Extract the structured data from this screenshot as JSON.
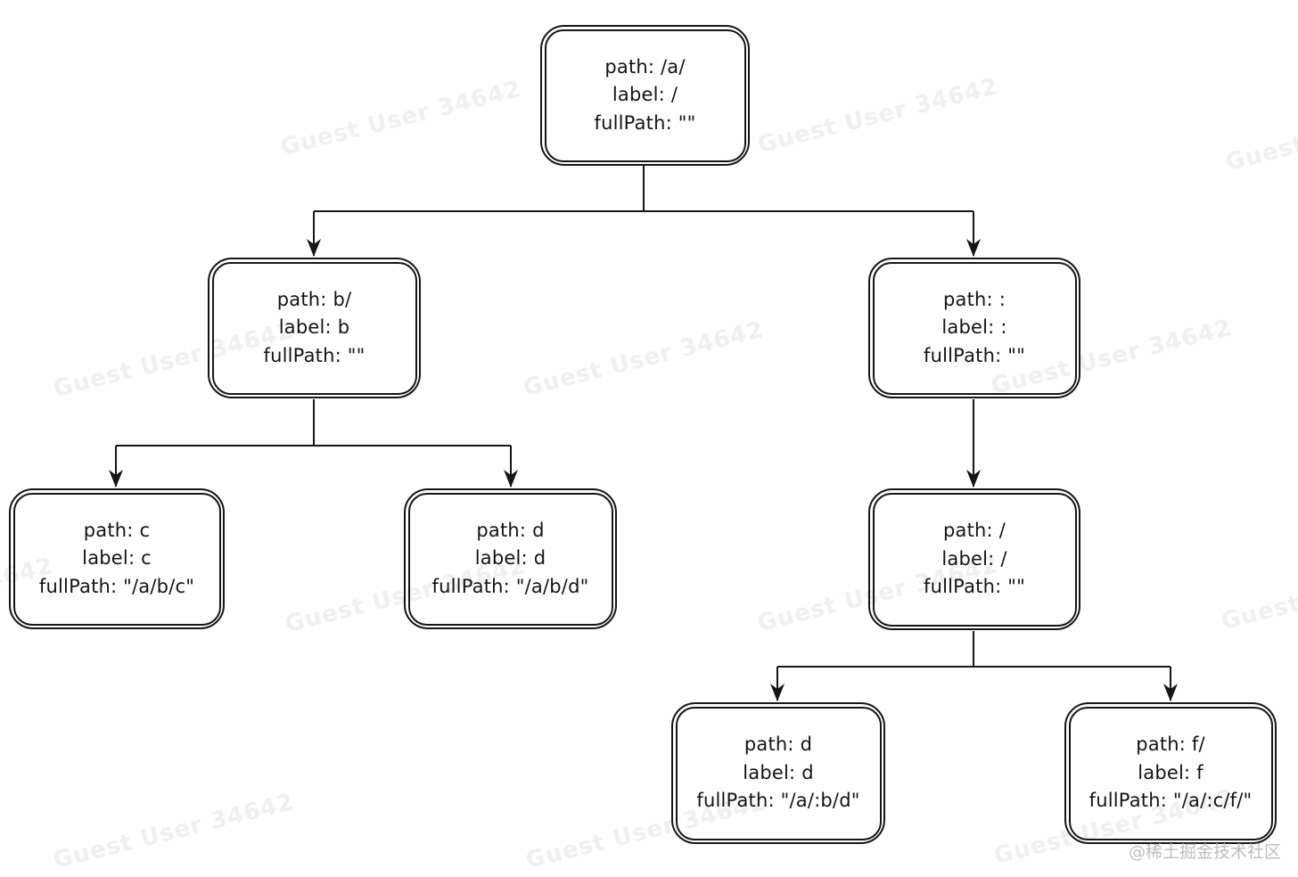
{
  "watermark": {
    "text": "Guest User 34642",
    "color": "#f0f0f0"
  },
  "credit": {
    "text": "@稀土掘金技术社区",
    "color": "#bfbfbf"
  },
  "diagram": {
    "line_color": "#161616",
    "node_border_color": "#161616",
    "text_color": "#141414"
  },
  "nodes": {
    "root": {
      "path": "path: /a/",
      "label": "label: /",
      "fullPath": "fullPath: \"\""
    },
    "b": {
      "path": "path: b/",
      "label": "label: b",
      "fullPath": "fullPath: \"\""
    },
    "param": {
      "path": "path: :",
      "label": "label: :",
      "fullPath": "fullPath: \"\""
    },
    "c": {
      "path": "path: c",
      "label": "label: c",
      "fullPath": "fullPath: \"/a/b/c\""
    },
    "d": {
      "path": "path: d",
      "label": "label: d",
      "fullPath": "fullPath: \"/a/b/d\""
    },
    "slash": {
      "path": "path: /",
      "label": "label: /",
      "fullPath": "fullPath: \"\""
    },
    "d2": {
      "path": "path: d",
      "label": "label: d",
      "fullPath": "fullPath: \"/a/:b/d\""
    },
    "f": {
      "path": "path: f/",
      "label": "label: f",
      "fullPath": "fullPath: \"/a/:c/f/\""
    }
  },
  "edges": [
    {
      "from": "root",
      "to": "b"
    },
    {
      "from": "root",
      "to": "param"
    },
    {
      "from": "b",
      "to": "c"
    },
    {
      "from": "b",
      "to": "d"
    },
    {
      "from": "param",
      "to": "slash"
    },
    {
      "from": "slash",
      "to": "d2"
    },
    {
      "from": "slash",
      "to": "f"
    }
  ]
}
